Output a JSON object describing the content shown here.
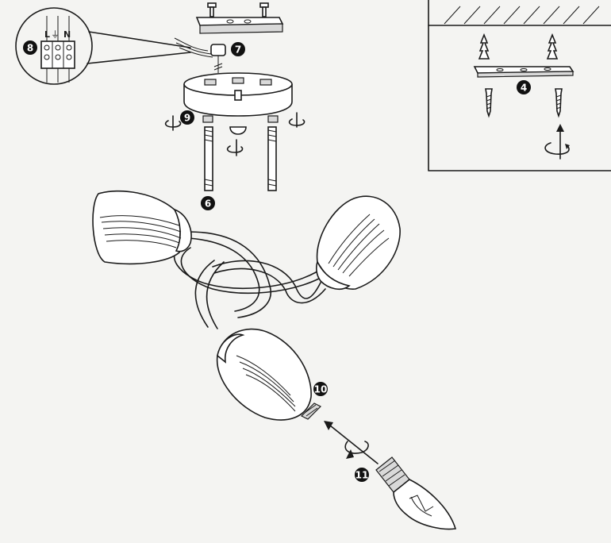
{
  "diagram": {
    "step_badges": [
      "4",
      "6",
      "7",
      "8",
      "9",
      "10",
      "11"
    ],
    "terminal_labels": [
      "L",
      "N"
    ],
    "ground_symbol": "⏚"
  },
  "colors": {
    "ink": "#1a1a1a",
    "paper": "#f4f4f2",
    "badge_fill": "#111111"
  }
}
